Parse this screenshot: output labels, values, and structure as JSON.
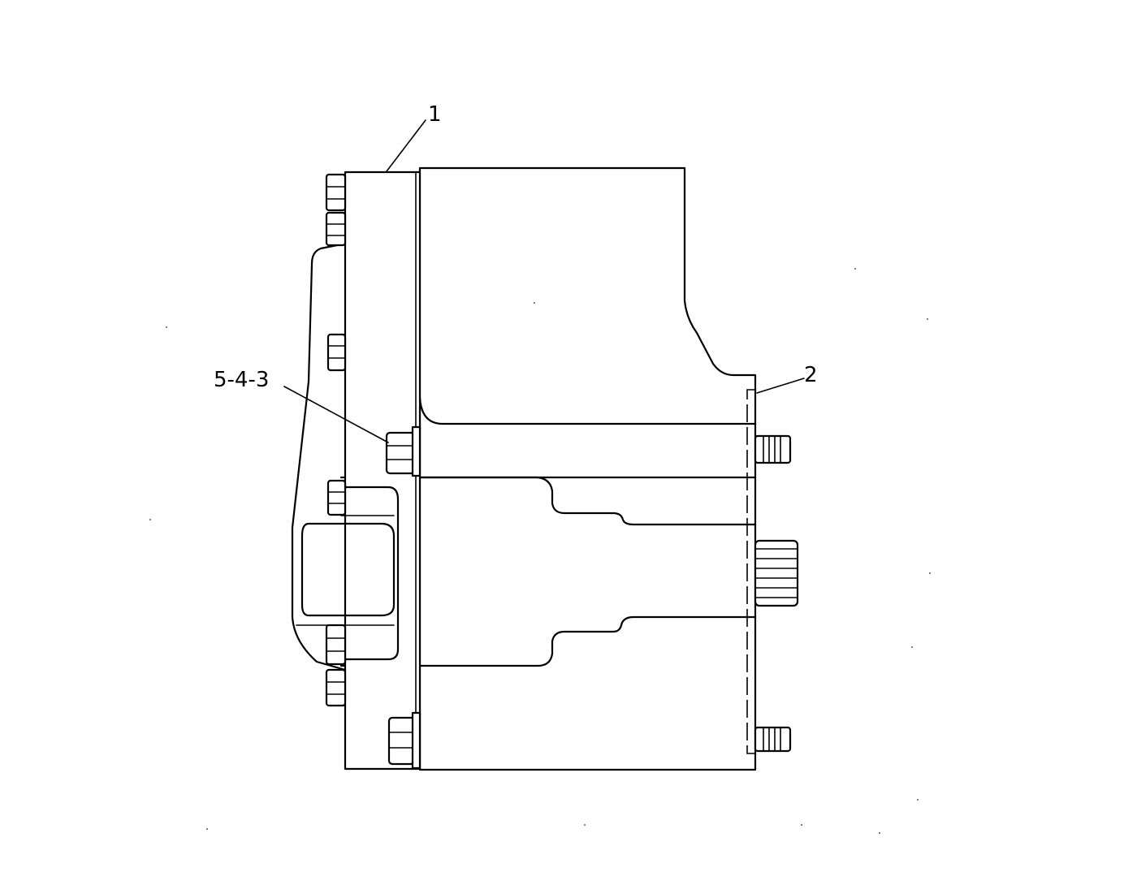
{
  "callouts": {
    "part_1": "1",
    "part_2": "2",
    "part_5_4_3": "5-4-3"
  }
}
